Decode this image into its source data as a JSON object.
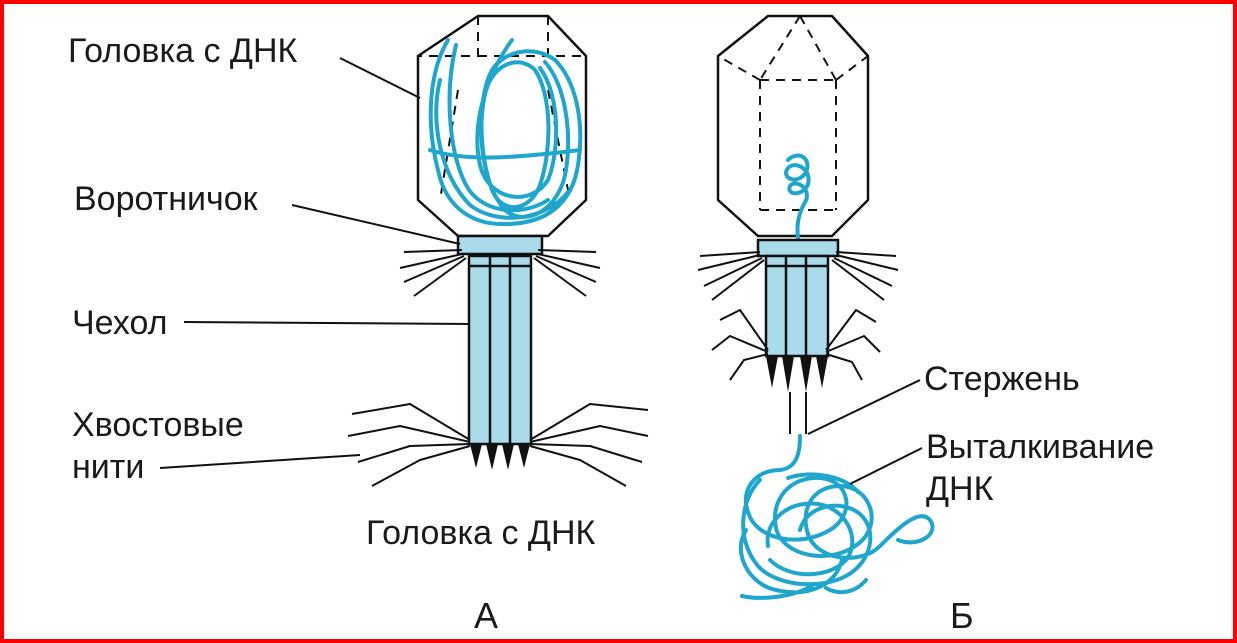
{
  "colors": {
    "frame": "#ff0000",
    "dna": "#1fa6cc",
    "sheath": "#a9dbea",
    "line": "#111111"
  },
  "labels": {
    "head_dna_top": "Головка с ДНК",
    "collar": "Воротничок",
    "sheath": "Чехол",
    "tail_fibers_line1": "Хвостовые",
    "tail_fibers_line2": "нити",
    "head_dna_bottom": "Головка с ДНК",
    "rod": "Стержень",
    "dna_ejection_line1": "Выталкивание",
    "dna_ejection_line2": "ДНК",
    "panel_a": "А",
    "panel_b": "Б"
  }
}
